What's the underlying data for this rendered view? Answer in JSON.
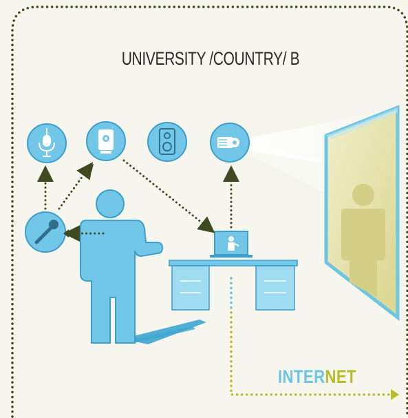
{
  "title": "UNIVERSITY /COUNTRY/ B",
  "internet": {
    "part1": "INTER",
    "part2": "NET"
  },
  "colors": {
    "background": "#f6f6ee",
    "border_dots": "#3f4a1e",
    "icon_fill": "#72c7e9",
    "icon_stroke": "#3d9fc8",
    "arrow": "#3f4a1e",
    "internet_blue": "#6cc5e3",
    "internet_green": "#b7bd2a",
    "screen_fill": "#e6e3a8"
  },
  "icons": [
    "microphone-stand-icon",
    "webcam-icon",
    "speaker-icon",
    "projector-icon",
    "handheld-mic-icon"
  ]
}
